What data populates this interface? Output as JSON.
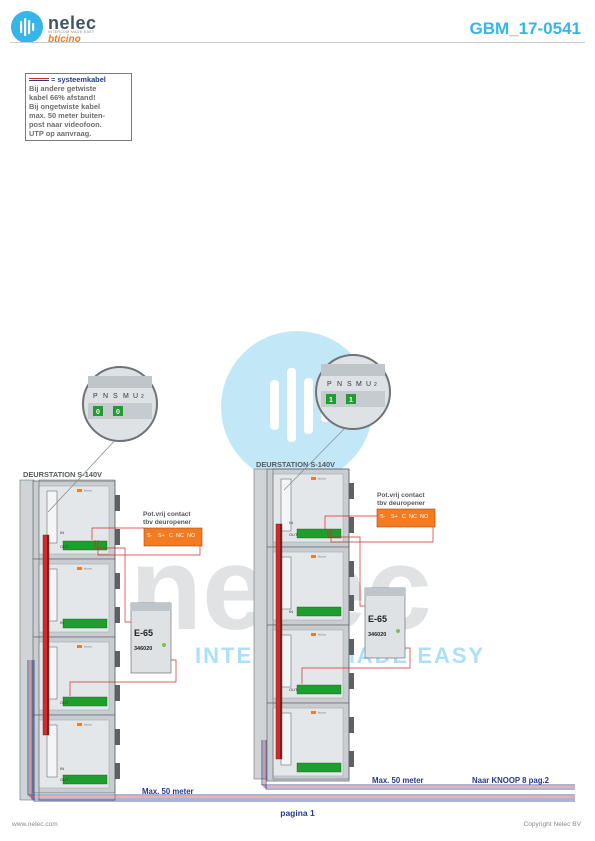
{
  "header": {
    "brand_name": "nelec",
    "brand_tagline": "INTERCOM MADE EASY",
    "brand_sub": "bticino",
    "doc_code": "GBM_17-0541"
  },
  "note": {
    "legend_label": "= systeemkabel",
    "lines": [
      "Bij andere getwiste",
      "kabel 66% afstand!",
      "Bij ongetwiste kabel",
      "max. 50 meter buiten-",
      "post naar videofoon.",
      "UTP op aanvraag."
    ]
  },
  "diagram": {
    "station_left": {
      "title": "DEURSTATION S-140V",
      "zoom_terminals": [
        "P",
        "N",
        "S",
        "M",
        "U",
        "2"
      ],
      "zoom_dip_values": [
        "0",
        "0"
      ]
    },
    "station_right": {
      "title": "DEURSTATION S-140V",
      "zoom_terminals": [
        "P",
        "N",
        "S",
        "M",
        "U",
        "2"
      ],
      "zoom_dip_values": [
        "1",
        "1"
      ]
    },
    "contact_left": {
      "title_1": "Pot.vrij contact",
      "title_2": "tbv deuropener",
      "terminals": [
        "S-",
        "S+",
        "C",
        "NC",
        "NO"
      ]
    },
    "contact_right": {
      "title_1": "Pot.vrij contact",
      "title_2": "tbv deuropener",
      "terminals": [
        "S-",
        "S+",
        "C",
        "NC",
        "NO"
      ]
    },
    "module_left": {
      "name": "E-65",
      "code": "346020"
    },
    "module_right": {
      "name": "E-65",
      "code": "346020"
    },
    "port_in": "IN",
    "port_out": "OUT",
    "cable_left": "Max. 50 meter",
    "cable_right": "Max. 50 meter",
    "cable_right_next": "Naar KNOOP 8 pag.2"
  },
  "watermark": {
    "word": "nelec",
    "tagline": "INTERCOM MADE EASY"
  },
  "footer": {
    "page_label": "pagina 1",
    "url": "www.nelec.com",
    "copyright": "Copyright Nelec BV"
  },
  "colors": {
    "brand_blue": "#35b5e8",
    "navy_text": "#233a8f",
    "accent_orange": "#f47b20",
    "module_gray": "#d3d7da",
    "terminal_green": "#1f9d2e",
    "cable_red": "#d22b2b"
  }
}
